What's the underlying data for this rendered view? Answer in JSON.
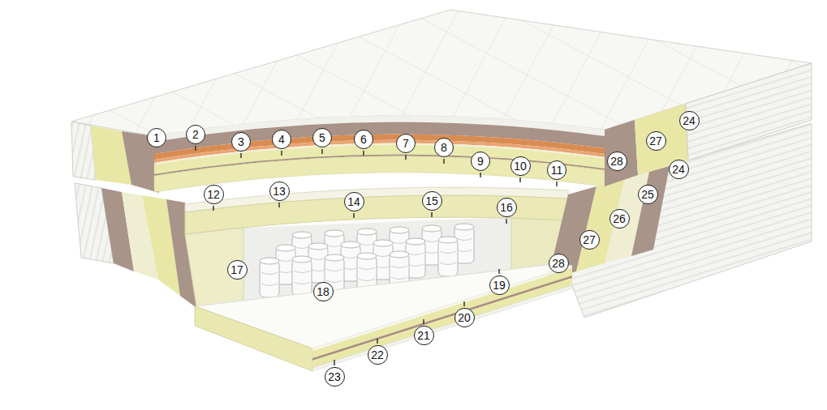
{
  "diagram": {
    "labels": [
      "1",
      "2",
      "3",
      "4",
      "5",
      "6",
      "7",
      "8",
      "9",
      "10",
      "11",
      "12",
      "13",
      "14",
      "15",
      "16",
      "17",
      "18",
      "19",
      "20",
      "21",
      "22",
      "23",
      "24",
      "27",
      "28",
      "24",
      "25",
      "26",
      "27",
      "28"
    ]
  }
}
